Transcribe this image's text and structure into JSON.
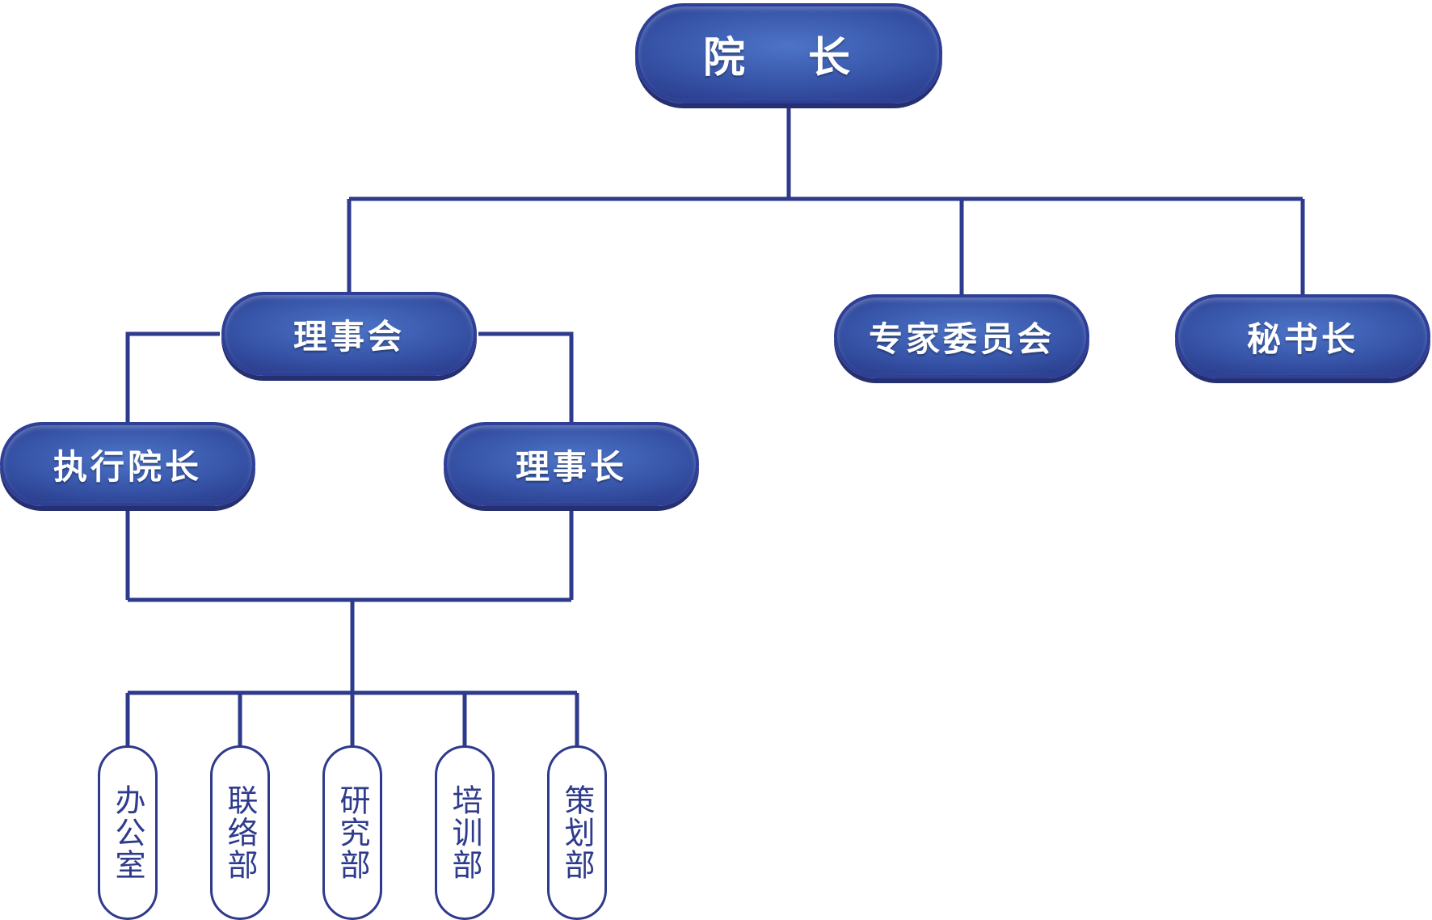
{
  "nodes": {
    "president": "院 长",
    "board": "理事会",
    "experts": "专家委员会",
    "secretary": "秘书长",
    "executive": "执行院长",
    "chairman": "理事长"
  },
  "departments": [
    "办公室",
    "联络部",
    "研究部",
    "培训部",
    "策划部"
  ],
  "colors": {
    "line": "#2e3a8c",
    "pill": "#3856aa"
  }
}
